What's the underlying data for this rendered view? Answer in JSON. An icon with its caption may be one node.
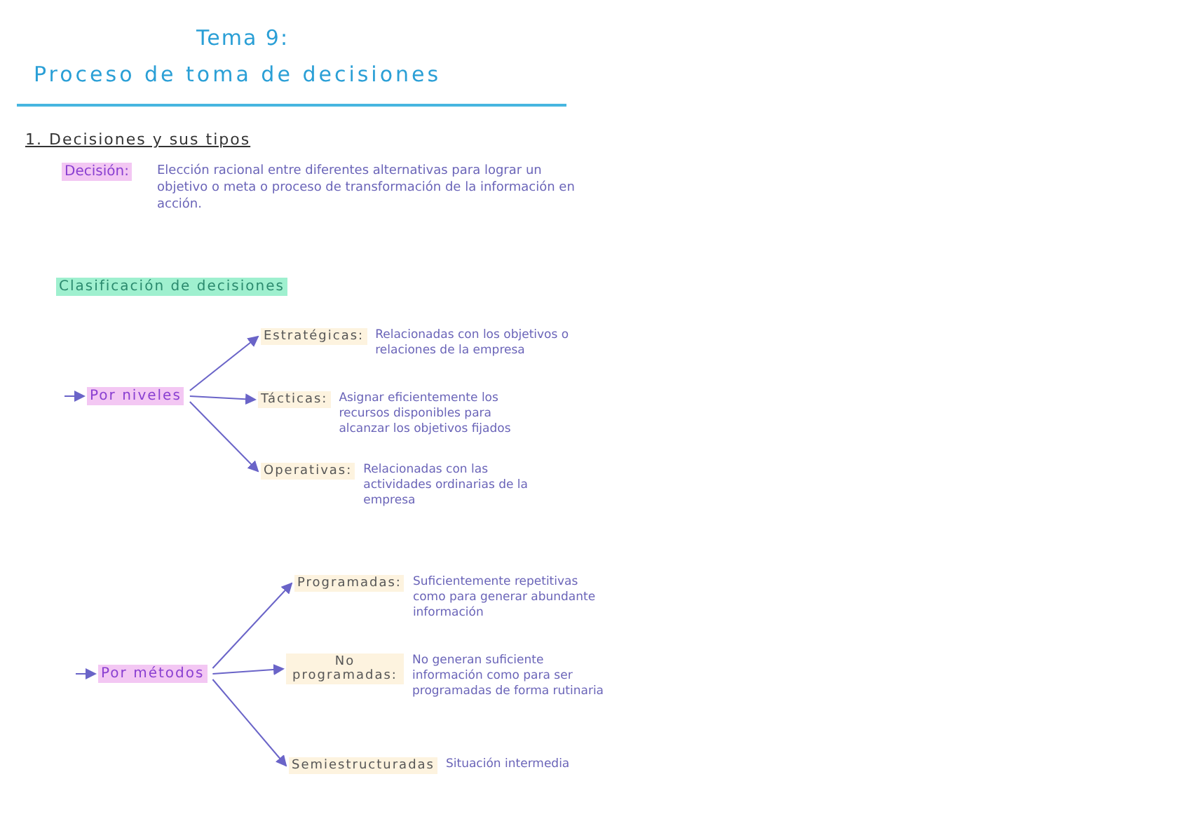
{
  "diagram": {
    "title": "Tema 9:",
    "nodes": [
      {
        "text": [
          "Por niveles"
        ]
      },
      {
        "text": [
          "Estratégicas:"
        ],
        "beside": [
          "Relacionadas con los objetivos o relaciones de la empresa"
        ]
      },
      {
        "text": [
          "Tácticas:"
        ],
        "beside": [
          "Asignar eficientemente los recursos disponibles para alcanzar los objetivos fijados"
        ]
      },
      {
        "text": [
          "Operativas:"
        ],
        "beside": [
          "Relacionadas con las actividades ordinarias de la empresa"
        ]
      },
      {
        "text": [
          "Por métodos"
        ]
      },
      {
        "text": [
          "Programadas:"
        ],
        "beside": [
          "Suficientemente repetitivas como para generar abundante información"
        ]
      },
      {
        "text": [
          "No programadas:"
        ],
        "beside": [
          "No generan suficiente información como para ser programadas de forma rutinaria"
        ]
      },
      {
        "text": [
          "Semiestructuradas"
        ],
        "beside": [
          "Situación intermedia"
        ]
      }
    ],
    "edges": [
      {
        "from": null,
        "to": 0,
        "arrow": "to"
      },
      {
        "from": 0,
        "to": 1,
        "arrow": "to"
      },
      {
        "from": 0,
        "to": 2,
        "arrow": "to"
      },
      {
        "from": 0,
        "to": 3,
        "arrow": "to"
      },
      {
        "from": null,
        "to": 4,
        "arrow": "to"
      },
      {
        "from": 4,
        "to": 5,
        "arrow": "to"
      },
      {
        "from": 4,
        "to": 6,
        "arrow": "to"
      },
      {
        "from": 4,
        "to": 7,
        "arrow": "to"
      }
    ],
    "labels": [
      "Proceso de toma de decisiones",
      "1. Decisiones y sus tipos",
      "Decisión:",
      "Elección racional entre diferentes alternativas para lograr un objetivo o meta o proceso de transformación de la información en acción.",
      "Clasificación de decisiones"
    ]
  }
}
